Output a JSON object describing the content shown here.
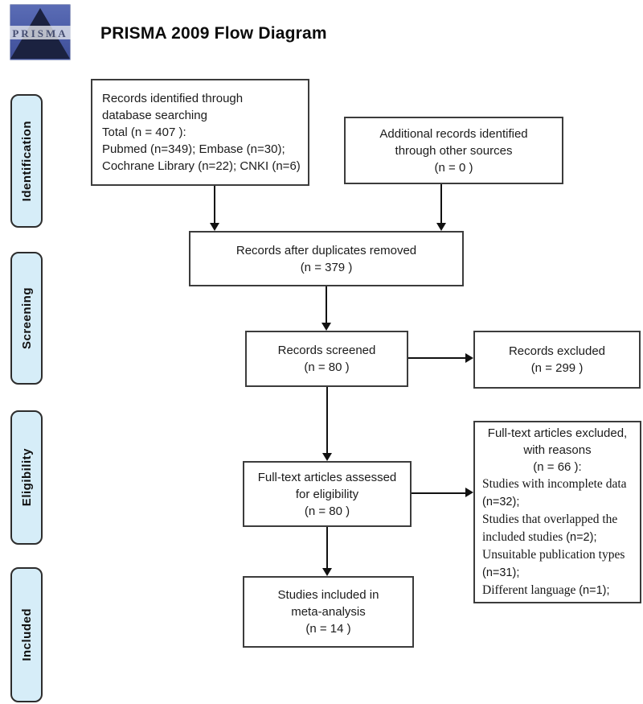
{
  "header": {
    "title": "PRISMA 2009 Flow Diagram",
    "logo_text": "PRISMA"
  },
  "stages": [
    {
      "label": "Identification"
    },
    {
      "label": "Screening"
    },
    {
      "label": "Eligibility"
    },
    {
      "label": "Included"
    }
  ],
  "boxes": {
    "identified": {
      "lines": [
        "Records identified through",
        "database searching",
        "Total (n = 407 ):",
        "Pubmed (n=349); Embase (n=30);",
        "Cochrane Library (n=22); CNKI (n=6)"
      ]
    },
    "additional": {
      "lines": [
        "Additional records identified",
        "through other sources",
        "(n = 0 )"
      ]
    },
    "duplicates": {
      "lines": [
        "Records after duplicates removed",
        "(n = 379 )"
      ]
    },
    "screened": {
      "lines": [
        "Records screened",
        "(n = 80 )"
      ]
    },
    "excluded": {
      "lines": [
        "Records excluded",
        "(n = 299 )"
      ]
    },
    "fulltext": {
      "lines": [
        "Full-text articles assessed",
        "for eligibility",
        "(n = 80 )"
      ]
    },
    "fulltext_excluded": {
      "title_lines": [
        "Full-text articles excluded,",
        "with reasons",
        "(n = 66 ):"
      ],
      "reasons": [
        {
          "text": "Studies with incomplete data",
          "n": "(n=32);"
        },
        {
          "text": "Studies that overlapped the included studies",
          "n": "(n=2);"
        },
        {
          "text": "Unsuitable publication types",
          "n": "(n=31);"
        },
        {
          "text": "Different language",
          "n": "(n=1);"
        }
      ]
    },
    "included": {
      "lines": [
        "Studies included in",
        "meta-analysis",
        "(n = 14 )"
      ]
    }
  },
  "colors": {
    "stage_fill": "#d6edf8",
    "stage_border": "#2d2d2d",
    "box_border": "#3c3c3c",
    "arrow": "#111111",
    "logo_blue": "#4a5ba6",
    "logo_triangle": "#1b2240"
  }
}
